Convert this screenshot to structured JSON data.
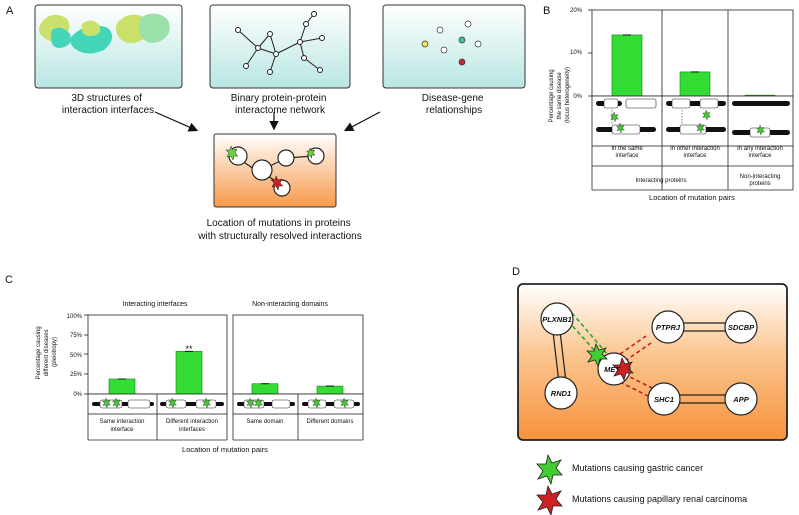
{
  "panels": {
    "A": {
      "letter": "A",
      "box1": "3D structures of\ninteraction interfaces",
      "box2": "Binary protein-protein\ninteractome network",
      "box3": "Disease-gene\nrelationships",
      "result": "Location of mutations in proteins\nwith structurally resolved interactions"
    },
    "B": {
      "letter": "B",
      "ylabel": "Percentage causing\nthe same disease\n(locus heterogeneity)",
      "ticks": [
        "20%",
        "10%",
        "0%"
      ],
      "cats": [
        "In the same\ninterface",
        "In other interaction\ninterface",
        "In any interaction\ninterface"
      ],
      "groups": [
        "Interacting proteins",
        "Non-interacting\nproteins"
      ],
      "xlabel": "Location of mutation pairs"
    },
    "C": {
      "letter": "C",
      "left_title": "Interacting interfaces",
      "right_title": "Non-interacting domains",
      "ylabel": "Percentage causing\ndifferent diseases\n(pleiotropy)",
      "ticks": [
        "100%",
        "75%",
        "50%",
        "25%",
        "0%"
      ],
      "cats": [
        "Same interaction\ninterface",
        "Different interaction\ninterfaces",
        "Same domain",
        "Different domains"
      ],
      "sig": "**",
      "xlabel": "Location of mutation pairs"
    },
    "D": {
      "letter": "D",
      "genes": [
        "PLXNB1",
        "RND1",
        "MET",
        "PTPRJ",
        "SDCBP",
        "SHC1",
        "APP"
      ],
      "legend_green": "Mutations causing gastric cancer",
      "legend_red": "Mutations causing papillary renal carcinoma"
    }
  },
  "colors": {
    "bar": "#33dd33",
    "green_star": "#44cc33",
    "red_star": "#cc2222",
    "panel_bg_top": "#ffffff",
    "panel_bg_bottom": "#f79a4a"
  },
  "chart_data": [
    {
      "type": "bar",
      "panel": "B",
      "categories": [
        "In the same interface",
        "In other interaction interface",
        "In any interaction interface"
      ],
      "values": [
        14.2,
        5.6,
        0.2
      ],
      "ylim": [
        0,
        20
      ],
      "ylabel": "Percentage causing the same disease (locus heterogeneity)",
      "xlabel": "Location of mutation pairs"
    },
    {
      "type": "bar",
      "panel": "C",
      "categories": [
        "Same interaction interface",
        "Different interaction interfaces",
        "Same domain",
        "Different domains"
      ],
      "values": [
        19,
        54,
        13,
        10
      ],
      "ylim": [
        0,
        100
      ],
      "ylabel": "Percentage causing different diseases (pleiotropy)",
      "xlabel": "Location of mutation pairs"
    }
  ]
}
